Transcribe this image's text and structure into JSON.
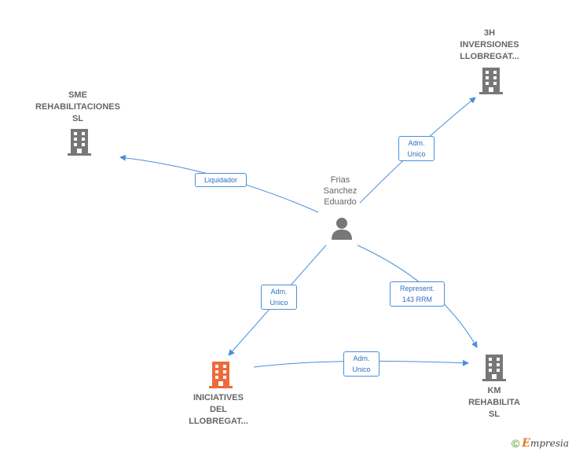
{
  "nodes": {
    "sme": {
      "lines": [
        "SME",
        "REHABILITACIONES",
        "SL"
      ],
      "icon": "building-icon",
      "color": "#777777"
    },
    "h3": {
      "lines": [
        "3H",
        "INVERSIONES",
        "LLOBREGAT..."
      ],
      "icon": "building-icon",
      "color": "#777777"
    },
    "person": {
      "lines": [
        "Frias",
        "Sanchez",
        "Eduardo"
      ],
      "icon": "person-icon",
      "color": "#777777"
    },
    "iniciatives": {
      "lines": [
        "INICIATIVES",
        "DEL",
        "LLOBREGAT..."
      ],
      "icon": "building-icon",
      "color": "#ee6a3a"
    },
    "km": {
      "lines": [
        "KM",
        "REHABILITA",
        "SL"
      ],
      "icon": "building-icon",
      "color": "#777777"
    }
  },
  "edges": {
    "liquidador": [
      "Liquidador"
    ],
    "adm_h3": [
      "Adm.",
      "Unico"
    ],
    "adm_ini": [
      "Adm.",
      "Unico"
    ],
    "represent": [
      "Represent.",
      "143 RRM"
    ],
    "adm_km": [
      "Adm.",
      "Unico"
    ]
  },
  "colors": {
    "edge": "#4a8fd8"
  },
  "footer": {
    "copyright": "©",
    "brand_initial": "E",
    "brand_rest": "mpresia"
  }
}
